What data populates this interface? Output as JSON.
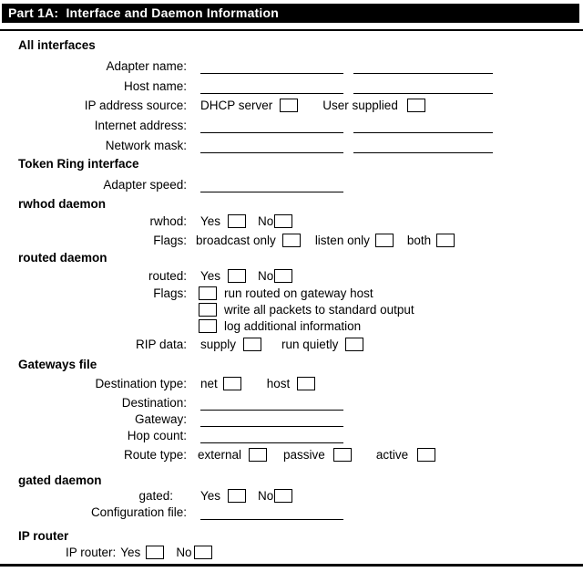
{
  "header": {
    "title": "Part 1A:  Interface and Daemon Information"
  },
  "colors": {
    "header_bg": "#000000",
    "header_text": "#ffffff",
    "rule": "#000000"
  },
  "sections": {
    "all_interfaces": {
      "heading": "All interfaces",
      "adapter_name_label": "Adapter name:",
      "host_name_label": "Host name:",
      "ip_address_source_label": "IP address source:",
      "dhcp_server": "DHCP server",
      "user_supplied": "User supplied",
      "internet_address_label": "Internet address:",
      "network_mask_label": "Network mask:"
    },
    "token_ring": {
      "heading": "Token Ring interface",
      "adapter_speed_label": "Adapter speed:"
    },
    "rwhod": {
      "heading": "rwhod daemon",
      "rwhod_label": "rwhod:",
      "yes": "Yes",
      "no": "No",
      "flags_label": "Flags:",
      "broadcast_only": "broadcast only",
      "listen_only": "listen only",
      "both": "both"
    },
    "routed": {
      "heading": "routed daemon",
      "routed_label": "routed:",
      "yes": "Yes",
      "no": "No",
      "flags_label": "Flags:",
      "flag_run_routed": "run routed on gateway host",
      "flag_write_packets": "write all packets to standard output",
      "flag_log_info": "log additional information",
      "rip_data_label": "RIP data:",
      "supply": "supply",
      "run_quietly": "run quietly"
    },
    "gateways": {
      "heading": "Gateways file",
      "destination_type_label": "Destination type:",
      "net": "net",
      "host": "host",
      "destination_label": "Destination:",
      "gateway_label": "Gateway:",
      "hop_count_label": "Hop count:",
      "route_type_label": "Route type:",
      "external": "external",
      "passive": "passive",
      "active": "active"
    },
    "gated": {
      "heading": "gated daemon",
      "gated_label": "gated:",
      "yes": "Yes",
      "no": "No",
      "configuration_file_label": "Configuration file:"
    },
    "ip_router": {
      "heading": "IP router",
      "ip_router_label": "IP router:",
      "yes": "Yes",
      "no": "No"
    }
  }
}
